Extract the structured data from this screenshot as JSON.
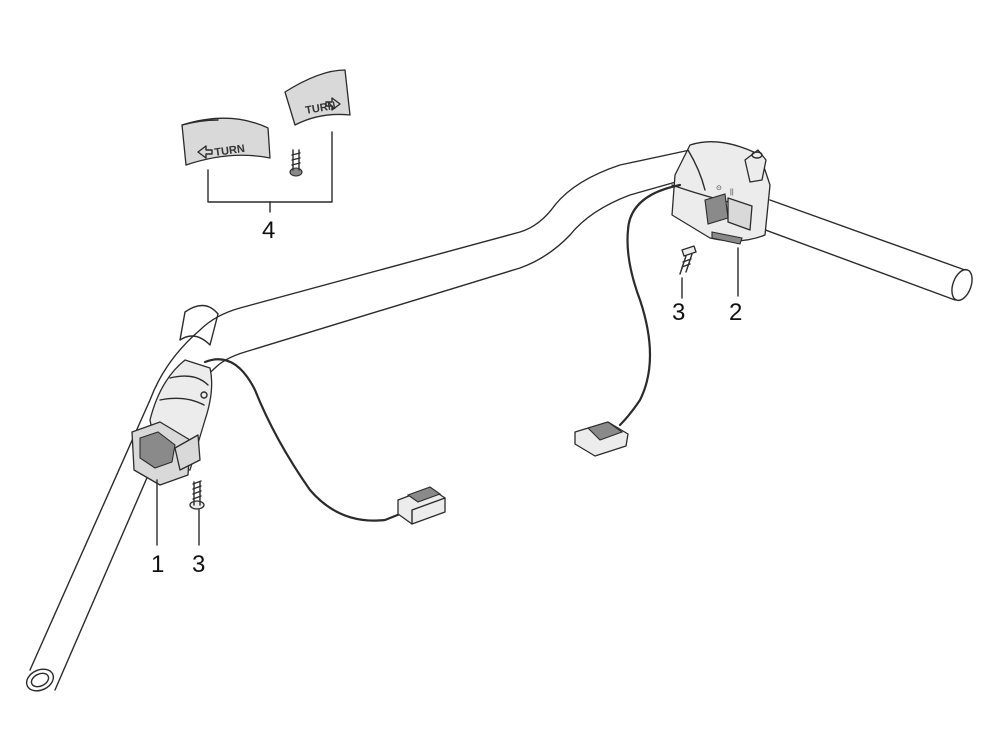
{
  "callouts": {
    "part_1": "1",
    "part_2": "2",
    "part_3_left": "3",
    "part_3_right": "3",
    "part_4": "4"
  },
  "cap_labels": {
    "left_cap": "TURN",
    "right_cap": "TURN"
  },
  "colors": {
    "line": "#2b2b2b",
    "shade": "#d9d9d9",
    "background": "#ffffff"
  }
}
